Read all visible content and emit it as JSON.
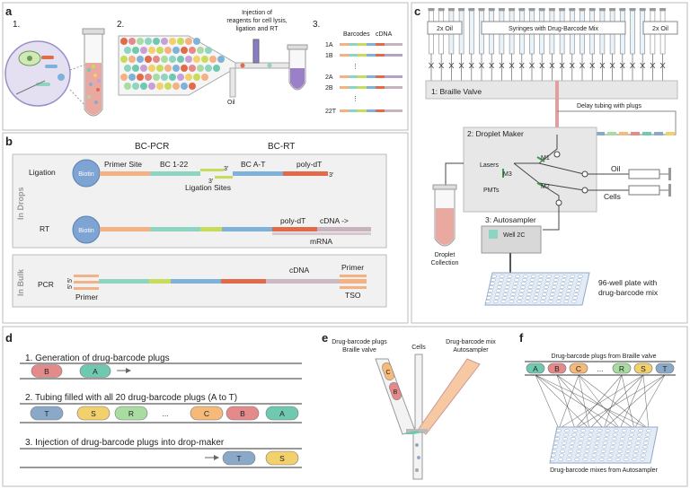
{
  "panel_a": {
    "letter": "a",
    "step1": "1.",
    "step2": "2.",
    "step3": "3.",
    "injection": [
      "Injection of",
      "reagents for cell lysis,",
      "ligation and RT"
    ],
    "oil": "Oil",
    "barcodes_header": "Barcodes",
    "cdna_header": "cDNA",
    "row_labels": [
      "1A",
      "1B",
      "2A",
      "2B",
      "22T"
    ],
    "ellipsis": "⋮"
  },
  "panel_b": {
    "letter": "b",
    "bc_pcr": "BC-PCR",
    "bc_rt": "BC-RT",
    "in_drops": "In Drops",
    "in_bulk": "In Bulk",
    "ligation": "Ligation",
    "biotin": "Biotin",
    "primer_site": "Primer Site",
    "bc_1_22": "BC 1-22",
    "bc_a_t": "BC A-T",
    "poly_dt": "poly-dT",
    "three_prime": "3'",
    "ligation_sites": "Ligation Sites",
    "rt": "RT",
    "cdna_arrow": "cDNA ->",
    "mrna": "mRNA",
    "pcr": "PCR",
    "five_prime": "5'",
    "primer": "Primer",
    "cdna": "cDNA",
    "tso": "TSO"
  },
  "panel_c": {
    "letter": "c",
    "oil_left": "2x Oil",
    "syringes": "Syringes with Drug-Barcode Mix",
    "oil_right": "2x Oil",
    "braille": "1: Braille Valve",
    "delay": "Delay tubing with plugs",
    "droplet_maker": "2: Droplet Maker",
    "lasers": "Lasers",
    "m1": "M1",
    "m2": "M2",
    "m3": "M3",
    "pmts": "PMTs",
    "oil": "Oil",
    "cells": "Cells",
    "autosampler": "3: Autosampler",
    "well": "Well 2C",
    "droplet_collection": [
      "Droplet",
      "Collection"
    ],
    "plate": [
      "96-well plate with",
      "drug-barcode mix"
    ]
  },
  "panel_d": {
    "letter": "d",
    "step1": "1. Generation of drug-barcode plugs",
    "step1_plugs": [
      "B",
      "A"
    ],
    "step2": "2. Tubing filled with all 20 drug-barcode plugs (A to T)",
    "step2_plugs": [
      "T",
      "S",
      "R",
      "...",
      "C",
      "B",
      "A"
    ],
    "step3": "3. Injection of drug-barcode plugs into drop-maker",
    "step3_plugs": [
      "T",
      "S"
    ]
  },
  "panel_e": {
    "letter": "e",
    "plugs_label": [
      "Drug-barcode plugs",
      "Braille valve"
    ],
    "cells": "Cells",
    "mix_label": [
      "Drug-barcode mix",
      "Autosampler"
    ],
    "plugs": [
      "C",
      "B"
    ]
  },
  "panel_f": {
    "letter": "f",
    "top_label": "Drug-barcode plugs from Braille valve",
    "plugs": [
      "A",
      "B",
      "C",
      "...",
      "R",
      "S",
      "T"
    ],
    "bottom_label": "Drug-barcode mixes from Autosampler"
  },
  "colors": {
    "orange": "#f4b183",
    "teal": "#8fd3c1",
    "lime": "#c6dc5a",
    "blue": "#7fb2d9",
    "red": "#e06a4a",
    "biotin": "#7ea4d4",
    "plug_b": "#e58a8a",
    "plug_a": "#6ec9b0",
    "plug_t": "#8aa9c8",
    "plug_s": "#f2d06b",
    "plug_r": "#a8dca0",
    "plug_c": "#f5b97a",
    "panel_bg": "#f1f1f1",
    "box_bg": "#e7e7e7"
  }
}
